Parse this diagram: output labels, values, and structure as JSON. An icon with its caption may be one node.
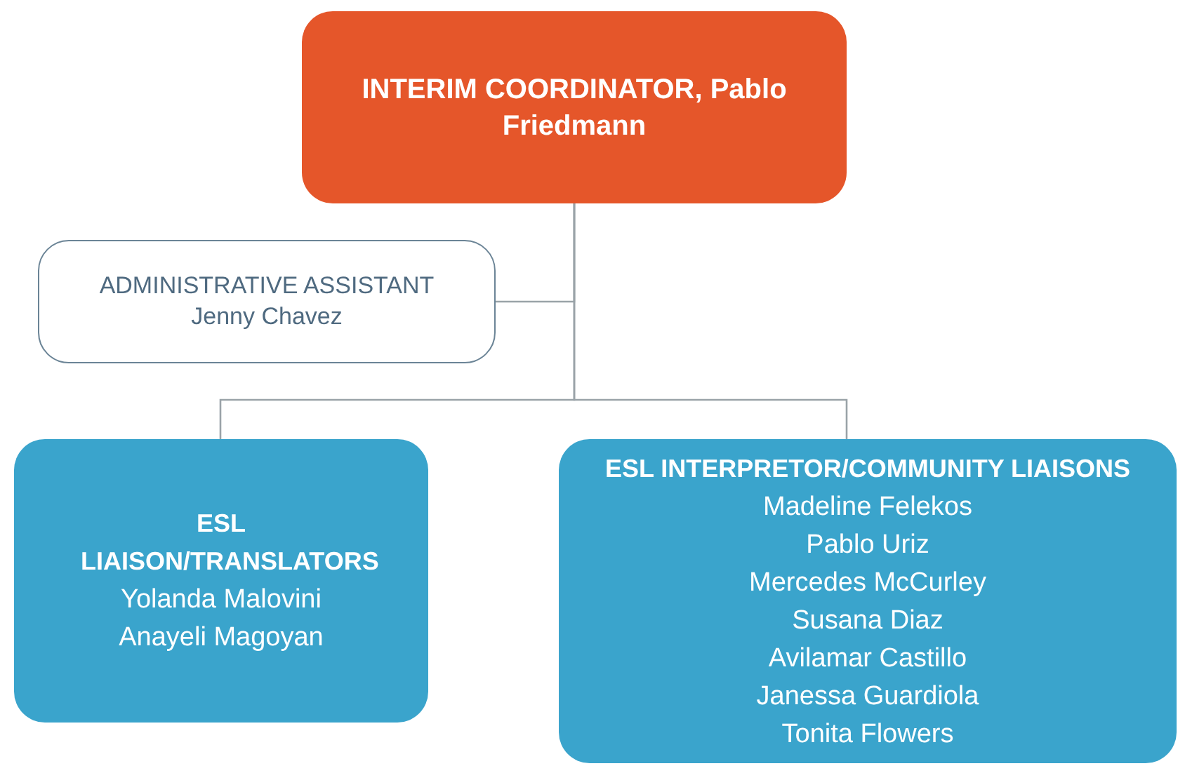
{
  "diagram": {
    "nodes": [
      {
        "text": [
          "INTERIM COORDINATOR, Pablo Friedmann"
        ]
      },
      {
        "text": [
          "ADMINISTRATIVE ASSISTANT",
          "Jenny Chavez"
        ]
      },
      {
        "text": [
          "ESL LIAISON/TRANSLATORS",
          "Yolanda Malovini",
          "Anayeli Magoyan"
        ]
      },
      {
        "text": [
          "ESL INTERPRETOR/COMMUNITY LIAISONS",
          "Madeline Felekos",
          "Pablo Uriz",
          "Mercedes McCurley",
          "Susana Diaz",
          "Avilamar Castillo",
          "Janessa Guardiola",
          "Tonita Flowers"
        ]
      }
    ],
    "edges": [
      {
        "from": 0,
        "to": 1,
        "arrow": "none"
      },
      {
        "from": 0,
        "to": 2,
        "arrow": "none"
      },
      {
        "from": 0,
        "to": 3,
        "arrow": "none"
      }
    ]
  }
}
